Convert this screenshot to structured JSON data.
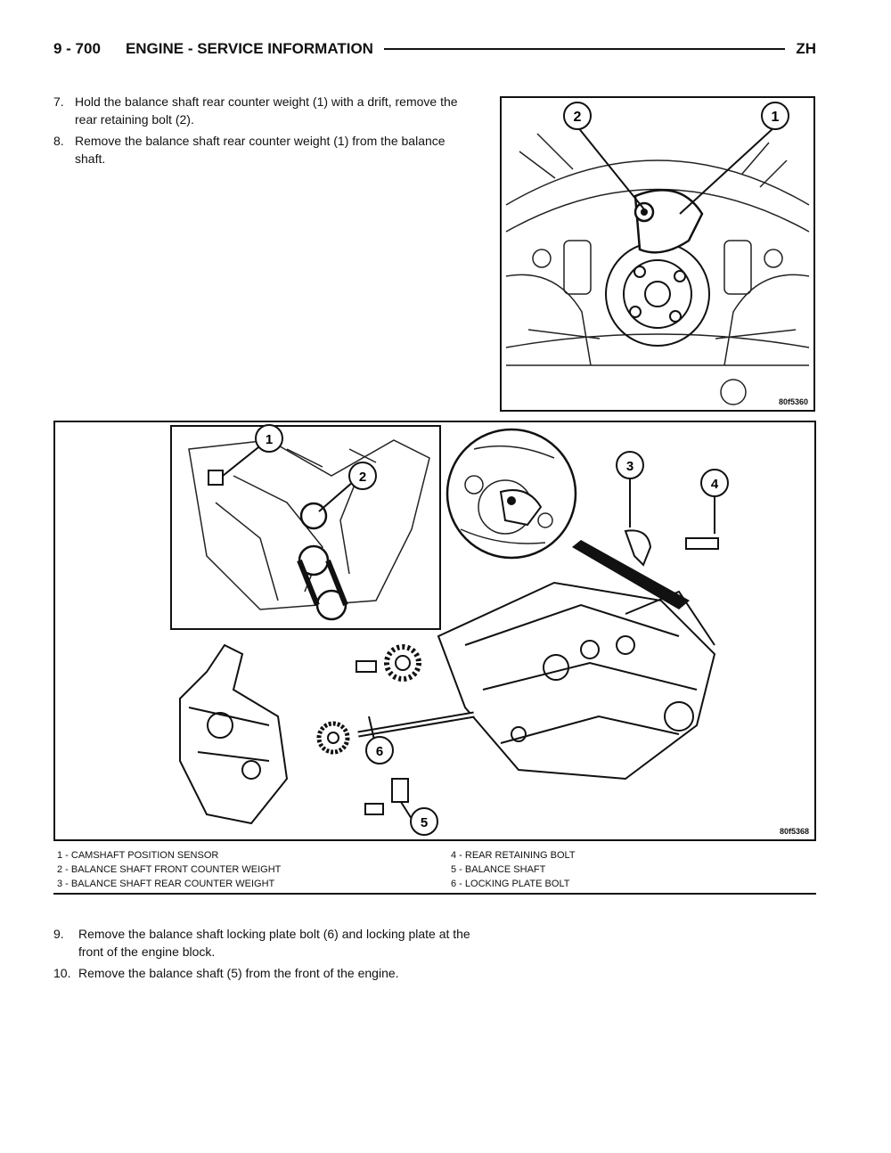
{
  "header": {
    "page": "9 - 700",
    "title": "ENGINE - SERVICE INFORMATION",
    "code": "ZH"
  },
  "steps_top": [
    {
      "num": "7.",
      "text": "Hold the balance shaft rear counter weight (1) with a drift, remove the rear retaining bolt (2)."
    },
    {
      "num": "8.",
      "text": "Remove the balance shaft rear counter weight (1) from the balance shaft."
    }
  ],
  "figure1": {
    "callouts": [
      "2",
      "1"
    ],
    "code": "80f5360"
  },
  "figure2": {
    "callouts": [
      "1",
      "2",
      "3",
      "4",
      "5",
      "6"
    ],
    "code": "80f5368"
  },
  "legend_left": [
    "1 - CAMSHAFT POSITION SENSOR",
    "2 - BALANCE SHAFT FRONT COUNTER WEIGHT",
    "3 - BALANCE SHAFT REAR COUNTER WEIGHT"
  ],
  "legend_right": [
    "4 - REAR RETAINING BOLT",
    "5 - BALANCE SHAFT",
    "6 - LOCKING PLATE BOLT"
  ],
  "steps_bottom": [
    {
      "num": "9.",
      "text": "Remove the balance shaft locking plate bolt (6) and locking plate at the front of the engine block."
    },
    {
      "num": "10.",
      "text": "Remove the balance shaft (5) from the front of the engine."
    }
  ]
}
